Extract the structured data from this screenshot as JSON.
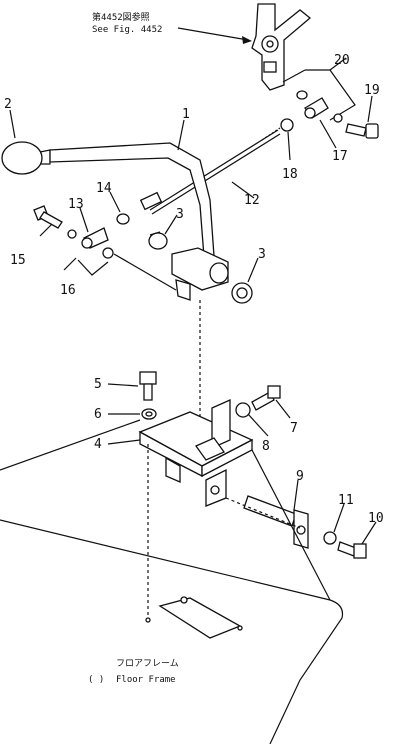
{
  "reference_note": {
    "line1": "第4452図参照",
    "line2": "See Fig. 4452"
  },
  "floor_frame": {
    "jp": "フロアフレーム",
    "paren": "(  )",
    "en": "Floor  Frame"
  },
  "callouts": {
    "c1": "1",
    "c2": "2",
    "c3a": "3",
    "c3b": "3",
    "c4": "4",
    "c5": "5",
    "c6": "6",
    "c7": "7",
    "c8": "8",
    "c9": "9",
    "c10": "10",
    "c11": "11",
    "c12": "12",
    "c13": "13",
    "c14": "14",
    "c15": "15",
    "c16": "16",
    "c17": "17",
    "c18": "18",
    "c19": "19",
    "c20": "20"
  }
}
